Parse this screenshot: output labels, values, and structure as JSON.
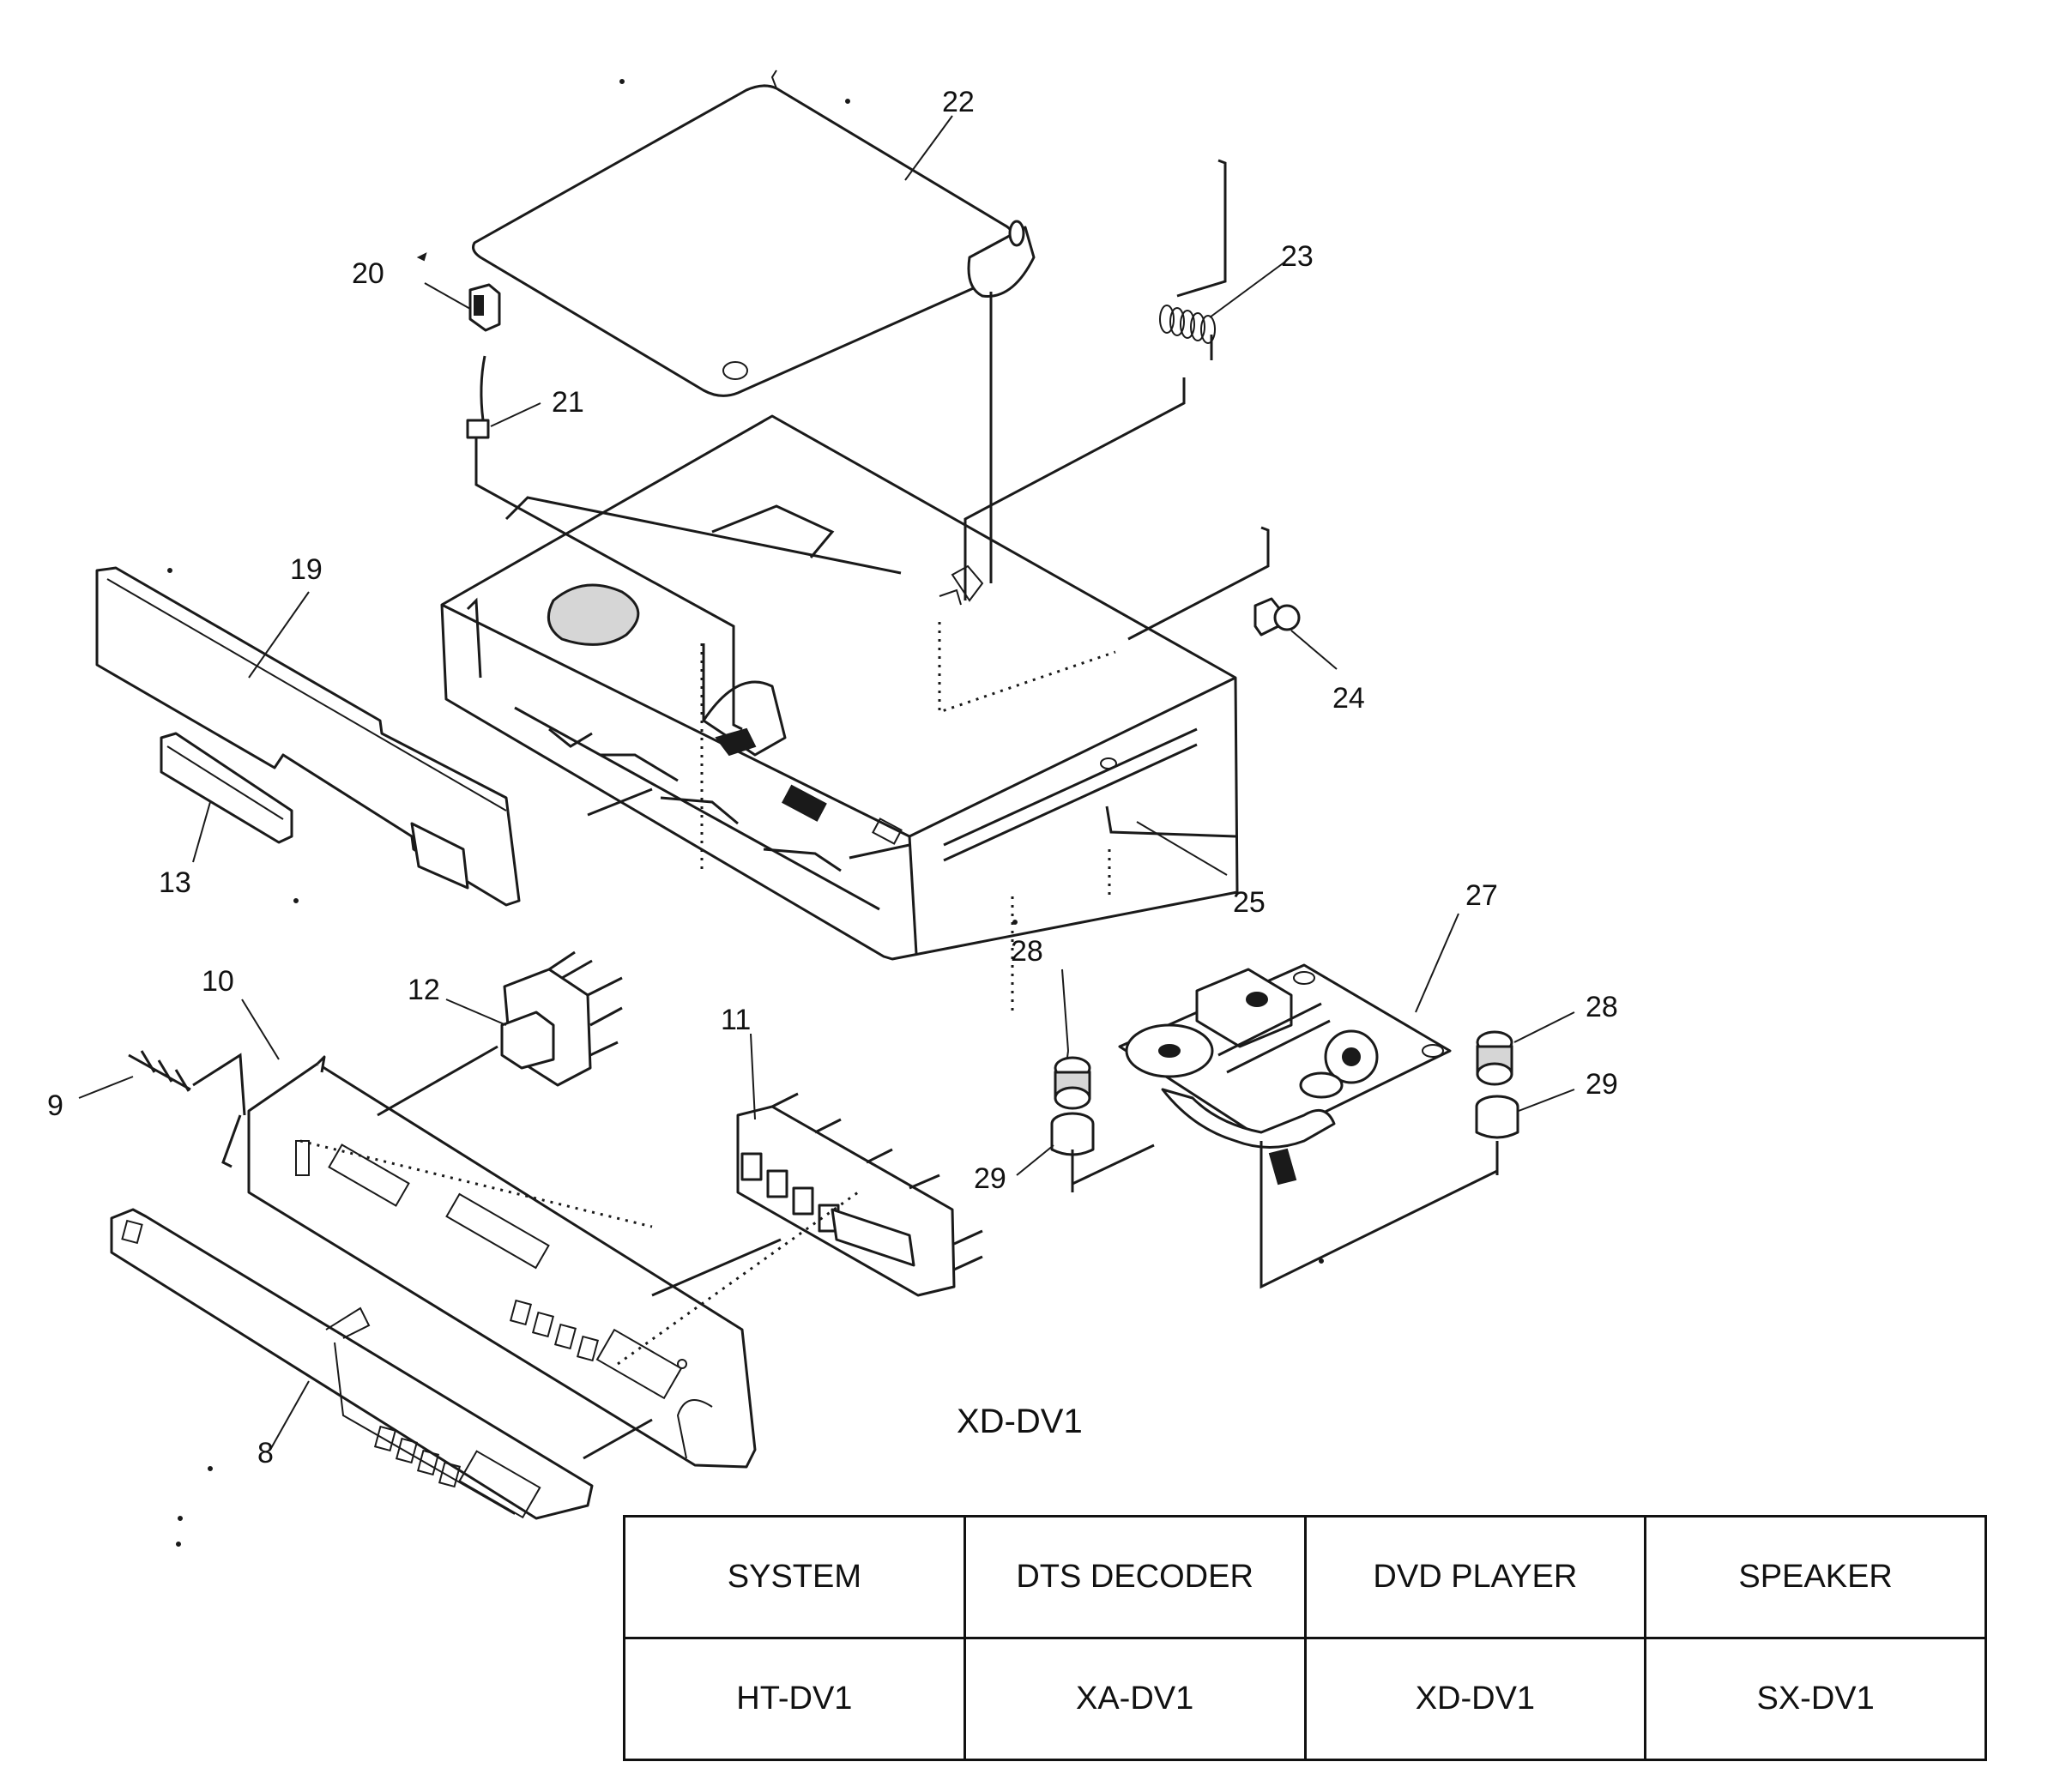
{
  "callouts": {
    "c8": "8",
    "c9": "9",
    "c10": "10",
    "c11": "11",
    "c12": "12",
    "c13": "13",
    "c19": "19",
    "c20": "20",
    "c21": "21",
    "c22": "22",
    "c23": "23",
    "c24": "24",
    "c25": "25",
    "c27": "27",
    "c28a": "28",
    "c28b": "28",
    "c29a": "29",
    "c29b": "29"
  },
  "model_label": "XD-DV1",
  "table": {
    "headers": [
      "SYSTEM",
      "DTS DECODER",
      "DVD PLAYER",
      "SPEAKER"
    ],
    "values": [
      "HT-DV1",
      "XA-DV1",
      "XD-DV1",
      "SX-DV1"
    ]
  }
}
